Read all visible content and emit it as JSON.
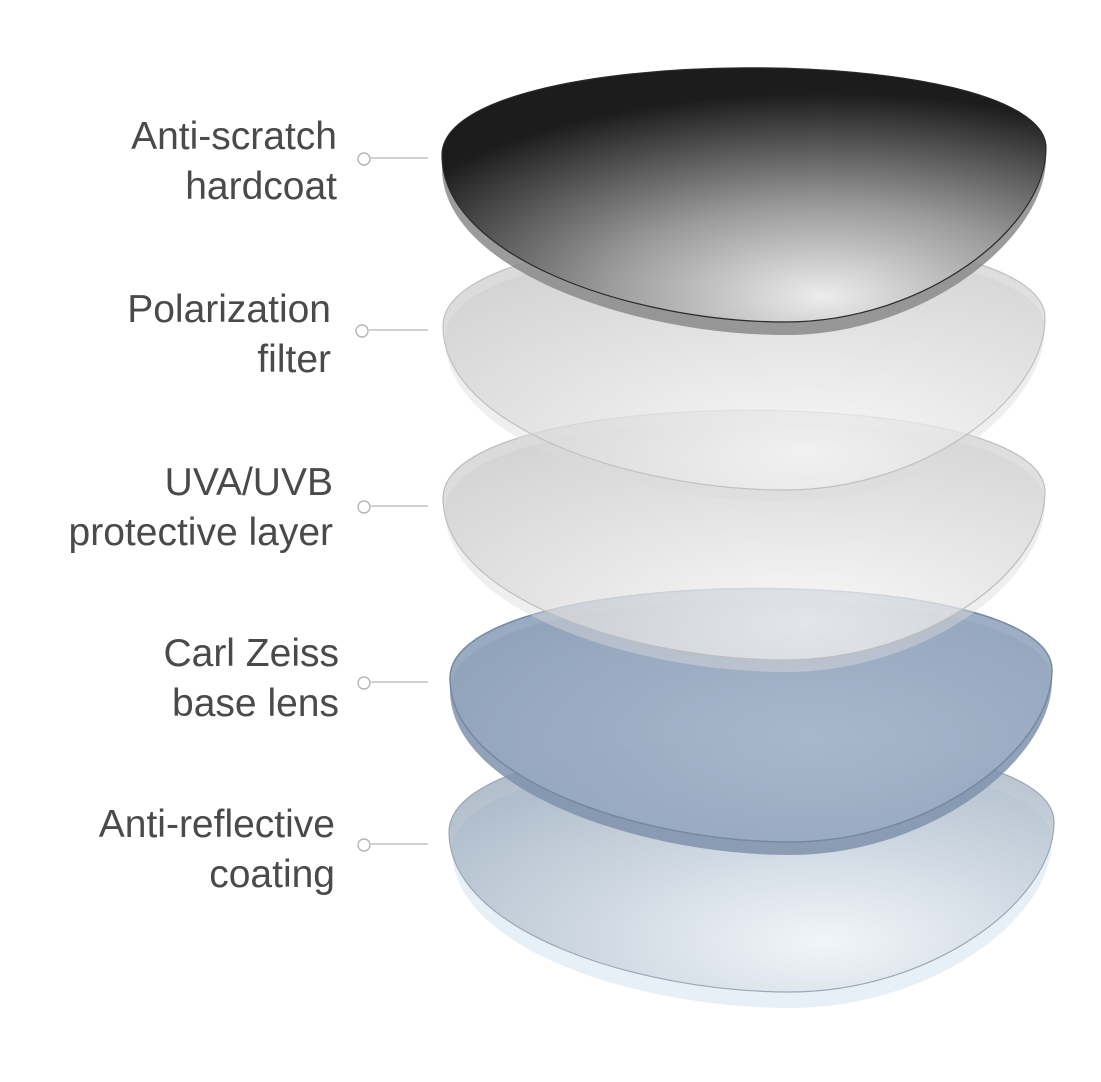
{
  "layers": [
    {
      "name": "anti-scratch-hardcoat",
      "line1": "Anti-scratch",
      "line2": "hardcoat"
    },
    {
      "name": "polarization-filter",
      "line1": "Polarization",
      "line2": "filter"
    },
    {
      "name": "uva-uvb-protective-layer",
      "line1": "UVA/UVB",
      "line2": "protective layer"
    },
    {
      "name": "carl-zeiss-base-lens",
      "line1": "Carl Zeiss",
      "line2": "base lens"
    },
    {
      "name": "anti-reflective-coating",
      "line1": "Anti-reflective",
      "line2": "coating"
    }
  ],
  "colors": {
    "label_text": "#4a4a4c",
    "leader_line": "#b5b5b5",
    "hardcoat_dark": "#1e1e1e",
    "hardcoat_light": "#e8e8e8",
    "filter_gray": "#d2d2d2",
    "base_lens_blue": "#8fa4bd",
    "coating_blue": "#c9d6e2"
  }
}
